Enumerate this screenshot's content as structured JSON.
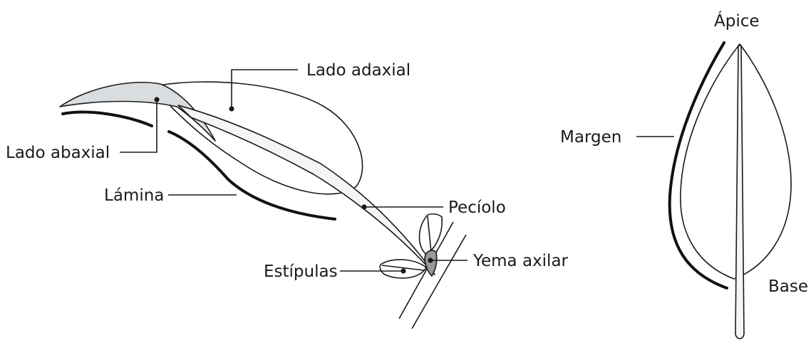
{
  "labels": {
    "lado_adaxial": "Lado adaxial",
    "lado_abaxial": "Lado abaxial",
    "lamina": "Lámina",
    "peciolo": "Pecíolo",
    "yema_axilar": "Yema axilar",
    "estipulas": "Estípulas",
    "apice": "Ápice",
    "margen": "Margen",
    "base": "Base"
  },
  "colors": {
    "ink": "#1a1a1a",
    "abaxial_fill": "#d9dde0",
    "bud_fill": "#9a9a9a",
    "petiole_fill": "#f4f5f6"
  }
}
